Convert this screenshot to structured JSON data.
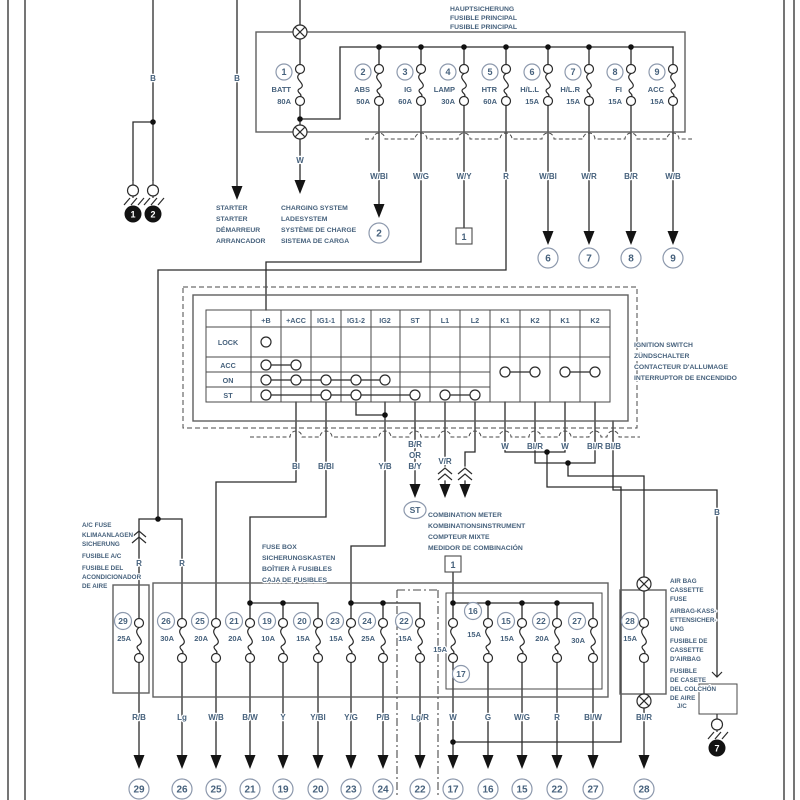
{
  "top": {
    "l0": "HAUPTSICHERUNG",
    "l1": "FUSIBLE PRINCIPAL",
    "l2": "FUSIBLE PRINCIPAL"
  },
  "mainFuses": [
    {
      "n": "1",
      "name": "BATT",
      "amp": "80A"
    },
    {
      "n": "2",
      "name": "ABS",
      "amp": "50A"
    },
    {
      "n": "3",
      "name": "IG",
      "amp": "60A"
    },
    {
      "n": "4",
      "name": "LAMP",
      "amp": "30A"
    },
    {
      "n": "5",
      "name": "HTR",
      "amp": "60A"
    },
    {
      "n": "6",
      "name": "H/L.L",
      "amp": "15A"
    },
    {
      "n": "7",
      "name": "H/L.R",
      "amp": "15A"
    },
    {
      "n": "8",
      "name": "FI",
      "amp": "15A"
    },
    {
      "n": "9",
      "name": "ACC",
      "amp": "15A"
    }
  ],
  "wires": {
    "bLeft1": "B",
    "bLeft2": "B",
    "w": "W",
    "w2": "W/Bl",
    "w3": "W/G",
    "w4": "W/Y",
    "w5": "R",
    "w6": "W/Bl",
    "w7": "W/R",
    "w8": "B/R",
    "w9": "W/B",
    "acc": "Bl",
    "ig1": "B/Bl",
    "ig2": "Y/B",
    "st1": "B/R",
    "st2": "OR",
    "st3": "B/Y",
    "l1": "V/R",
    "k1a": "W",
    "k2a": "Bl/R",
    "k1b": "W",
    "k2b": "Bl/R",
    "blb": "Bl/B",
    "bRight": "B",
    "acr1": "R",
    "acr2": "R"
  },
  "dests": {
    "c2": "2",
    "c6": "6",
    "c7": "7",
    "c8": "8",
    "c9": "9",
    "box1": "1",
    "box2": "1",
    "st": "ST",
    "g1": "1",
    "g2": "2",
    "g7": "7"
  },
  "starter": {
    "l0": "STARTER",
    "l1": "STARTER",
    "l2": "DÉMARREUR",
    "l3": "ARRANCADOR"
  },
  "charging": {
    "l0": "CHARGING SYSTEM",
    "l1": "LADESYSTEM",
    "l2": "SYSTÈME DE CHARGE",
    "l3": "SISTEMA DE CARGA"
  },
  "ignition": {
    "l0": "IGNITION SWITCH",
    "l1": "ZÜNDSCHALTER",
    "l2": "CONTACTEUR D'ALLUMAGE",
    "l3": "INTERRUPTOR DE ENCENDIDO",
    "cols": [
      "+B",
      "+ACC",
      "IG1-1",
      "IG1-2",
      "IG2",
      "ST",
      "L1",
      "L2",
      "K1",
      "K2",
      "K1",
      "K2"
    ],
    "rows": [
      "LOCK",
      "ACC",
      "ON",
      "ST"
    ]
  },
  "comb": {
    "l0": "COMBINATION METER",
    "l1": "KOMBINATIONSINSTRUMENT",
    "l2": "COMPTEUR MIXTE",
    "l3": "MEDIDOR DE COMBINACIÓN"
  },
  "ac": {
    "l0": "A/C FUSE",
    "l1": "KLIMAANLAGEN",
    "l2": "SICHERUNG",
    "l3": "FUSIBLE A/C",
    "l4": "FUSIBLE DEL",
    "l5": "ACONDICIONADOR",
    "l6": "DE AIRE"
  },
  "fusebox": {
    "l0": "FUSE BOX",
    "l1": "SICHERUNGSKASTEN",
    "l2": "BOÎTIER À FUSIBLES",
    "l3": "CAJA DE FUSIBLES"
  },
  "airbag": {
    "l0": "AIR BAG",
    "l1": "CASSETTE",
    "l2": "FUSE",
    "l3": "AIRBAG-KASS-",
    "l4": "ETTENSICHER-",
    "l5": "UNG",
    "l6": "FUSIBLE DE",
    "l7": "CASSETTE",
    "l8": "D'AIRBAG",
    "l9": "FUSIBLE",
    "l10": "DE CASETE",
    "l11": "DEL COLCHÓN",
    "l12": "DE AIRE"
  },
  "jc": "J/C",
  "bottomFuses": [
    {
      "n": "29",
      "amp": "25A"
    },
    {
      "n": "26",
      "amp": "30A"
    },
    {
      "n": "25",
      "amp": "20A"
    },
    {
      "n": "21",
      "amp": "20A"
    },
    {
      "n": "19",
      "amp": "10A"
    },
    {
      "n": "20",
      "amp": "15A"
    },
    {
      "n": "23",
      "amp": "15A"
    },
    {
      "n": "24",
      "amp": "25A"
    },
    {
      "n": "22",
      "amp": "15A"
    },
    {
      "n": "17",
      "amp": "15A"
    },
    {
      "n": "16",
      "amp": "15A"
    },
    {
      "n": "15",
      "amp": "15A"
    },
    {
      "n": "22",
      "amp": "20A"
    },
    {
      "n": "27",
      "amp": "30A"
    },
    {
      "n": "28",
      "amp": "15A"
    }
  ],
  "bottomWires": [
    {
      "c": "R/B",
      "d": "29"
    },
    {
      "c": "Lg",
      "d": "26"
    },
    {
      "c": "W/B",
      "d": "25"
    },
    {
      "c": "B/W",
      "d": "21"
    },
    {
      "c": "Y",
      "d": "19"
    },
    {
      "c": "Y/Bl",
      "d": "20"
    },
    {
      "c": "Y/G",
      "d": "23"
    },
    {
      "c": "P/B",
      "d": "24"
    },
    {
      "c": "Lg/R",
      "d": "22"
    },
    {
      "c": "W",
      "d": "17"
    },
    {
      "c": "G",
      "d": "16"
    },
    {
      "c": "W/G",
      "d": "15"
    },
    {
      "c": "R",
      "d": "22"
    },
    {
      "c": "Bl/W",
      "d": "27"
    },
    {
      "c": "Bl/R",
      "d": "28"
    }
  ]
}
